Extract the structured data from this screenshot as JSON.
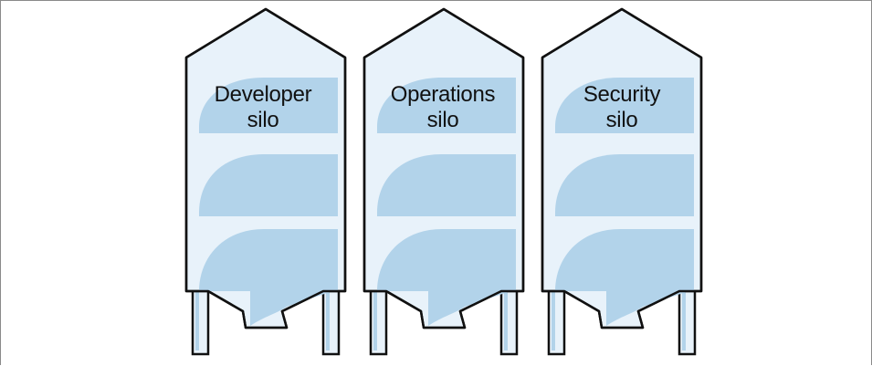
{
  "silos": [
    {
      "line1": "Developer",
      "line2": "silo"
    },
    {
      "line1": "Operations",
      "line2": "silo"
    },
    {
      "line1": "Security",
      "line2": "silo"
    }
  ],
  "colors": {
    "body_fill": "#e8f2fa",
    "band_fill": "#b2d3ea",
    "outline": "#111111"
  }
}
